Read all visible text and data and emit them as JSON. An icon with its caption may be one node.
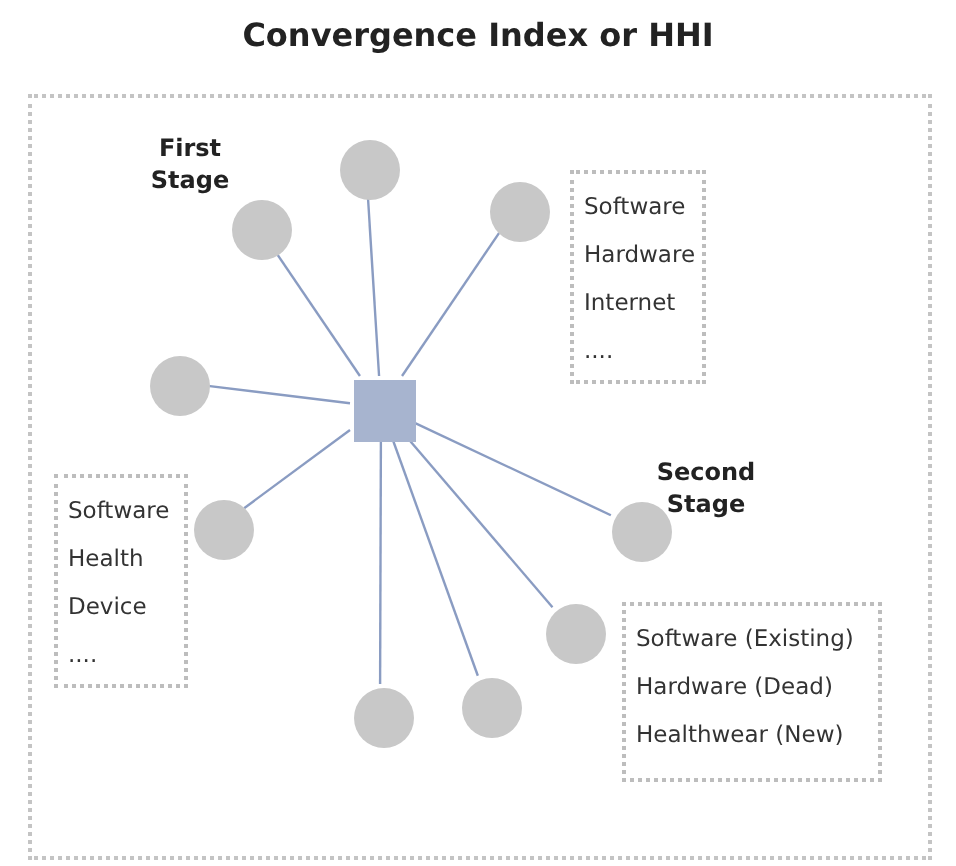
{
  "diagram": {
    "title": "Convergence Index or HHI",
    "nodes": [
      {
        "text": [],
        "shape": "box"
      },
      {
        "text": [],
        "shape": "circle",
        "in": 0
      },
      {
        "text": [],
        "shape": "circle",
        "in": 0
      },
      {
        "text": [],
        "shape": "circle",
        "in": 0
      },
      {
        "text": [
          "Software",
          "Hardware",
          "Internet",
          "...."
        ],
        "in": 0
      },
      {
        "text": [],
        "shape": "circle",
        "in": 0
      },
      {
        "text": [],
        "shape": "box",
        "in": 0
      },
      {
        "text": [],
        "shape": "circle",
        "in": 0
      },
      {
        "text": [],
        "shape": "circle",
        "in": 0
      },
      {
        "text": [
          "Software",
          "Health",
          "Device",
          "...."
        ],
        "in": 0
      },
      {
        "text": [],
        "shape": "circle",
        "in": 0
      },
      {
        "text": [
          "Software (Existing)",
          "Hardware (Dead)",
          "Healthwear (New)"
        ],
        "in": 0
      },
      {
        "text": [],
        "shape": "circle",
        "in": 0
      },
      {
        "text": [],
        "shape": "circle",
        "in": 0
      }
    ],
    "edges": [
      {
        "from": 6,
        "to": 1,
        "arrow": "none"
      },
      {
        "from": 6,
        "to": 2,
        "arrow": "none"
      },
      {
        "from": 6,
        "to": 3,
        "arrow": "none"
      },
      {
        "from": 6,
        "to": 5,
        "arrow": "none"
      },
      {
        "from": 6,
        "to": 7,
        "arrow": "none"
      },
      {
        "from": 6,
        "to": 8,
        "arrow": "none"
      },
      {
        "from": 6,
        "to": 10,
        "arrow": "none"
      },
      {
        "from": 6,
        "to": 12,
        "arrow": "none"
      },
      {
        "from": 6,
        "to": 13,
        "arrow": "none"
      }
    ],
    "labels": [
      "First Stage",
      "Second Stage"
    ]
  }
}
